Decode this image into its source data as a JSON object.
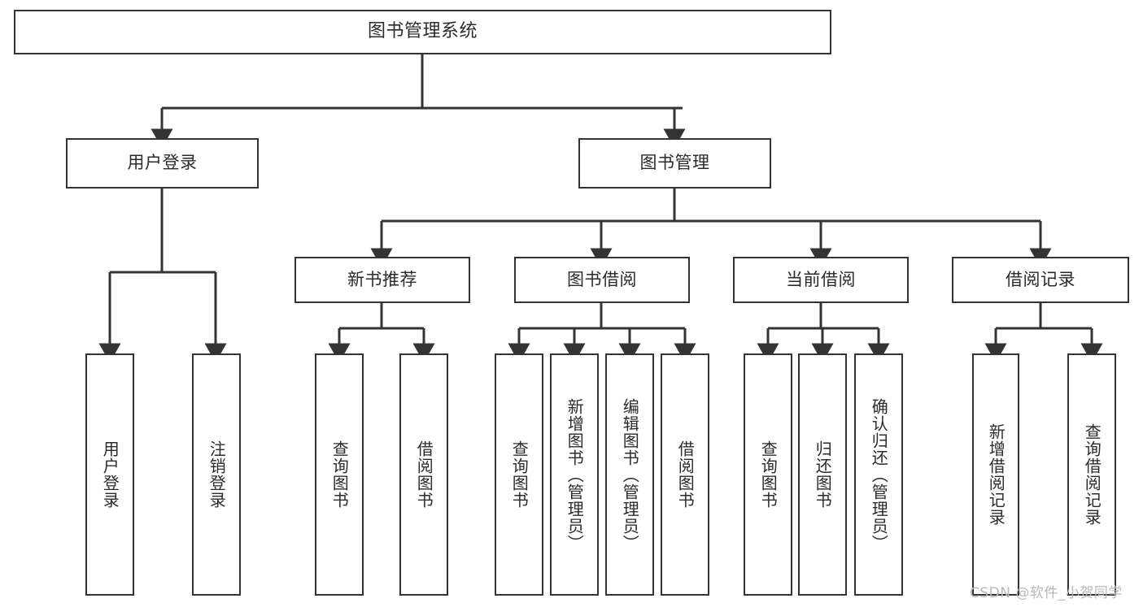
{
  "diagram": {
    "title": "图书管理系统",
    "type": "hierarchy-tree",
    "orientation": "top-down",
    "watermark": "CSDN @软件_小贺同学",
    "colors": {
      "box_border": "#333333",
      "box_fill": "#ffffff",
      "edge": "#333333",
      "text": "#2b2b2b",
      "watermark": "#b8b8b8",
      "background": "#ffffff"
    },
    "levels": [
      {
        "level": 1,
        "nodes": [
          {
            "id": "root",
            "label": "图书管理系统",
            "orientation": "horizontal"
          }
        ]
      },
      {
        "level": 2,
        "nodes": [
          {
            "id": "login",
            "label": "用户登录",
            "orientation": "horizontal",
            "parent": "root"
          },
          {
            "id": "bookmgmt",
            "label": "图书管理",
            "orientation": "horizontal",
            "parent": "root"
          }
        ]
      },
      {
        "level": 3,
        "nodes": [
          {
            "id": "newbook",
            "label": "新书推荐",
            "orientation": "horizontal",
            "parent": "bookmgmt"
          },
          {
            "id": "borrow",
            "label": "图书借阅",
            "orientation": "horizontal",
            "parent": "bookmgmt"
          },
          {
            "id": "current",
            "label": "当前借阅",
            "orientation": "horizontal",
            "parent": "bookmgmt"
          },
          {
            "id": "record",
            "label": "借阅记录",
            "orientation": "horizontal",
            "parent": "bookmgmt"
          }
        ]
      },
      {
        "level": 4,
        "nodes": [
          {
            "id": "leaf1",
            "label": "用户登录",
            "orientation": "vertical",
            "parent": "login"
          },
          {
            "id": "leaf2",
            "label": "注销登录",
            "orientation": "vertical",
            "parent": "login"
          },
          {
            "id": "leaf3",
            "label": "查询图书",
            "orientation": "vertical",
            "parent": "newbook"
          },
          {
            "id": "leaf4",
            "label": "借阅图书",
            "orientation": "vertical",
            "parent": "newbook"
          },
          {
            "id": "leaf5",
            "label": "查询图书",
            "orientation": "vertical",
            "parent": "borrow"
          },
          {
            "id": "leaf6",
            "label": "新增图书（管理员）",
            "orientation": "vertical",
            "parent": "borrow"
          },
          {
            "id": "leaf7",
            "label": "编辑图书（管理员）",
            "orientation": "vertical",
            "parent": "borrow"
          },
          {
            "id": "leaf8",
            "label": "借阅图书",
            "orientation": "vertical",
            "parent": "borrow"
          },
          {
            "id": "leaf9",
            "label": "查询图书",
            "orientation": "vertical",
            "parent": "current"
          },
          {
            "id": "leaf10",
            "label": "归还图书",
            "orientation": "vertical",
            "parent": "current"
          },
          {
            "id": "leaf11",
            "label": "确认归还（管理员）",
            "orientation": "vertical",
            "parent": "current"
          },
          {
            "id": "leaf12",
            "label": "新增借阅记录",
            "orientation": "vertical",
            "parent": "record"
          },
          {
            "id": "leaf13",
            "label": "查询借阅记录",
            "orientation": "vertical",
            "parent": "record"
          }
        ]
      }
    ]
  }
}
